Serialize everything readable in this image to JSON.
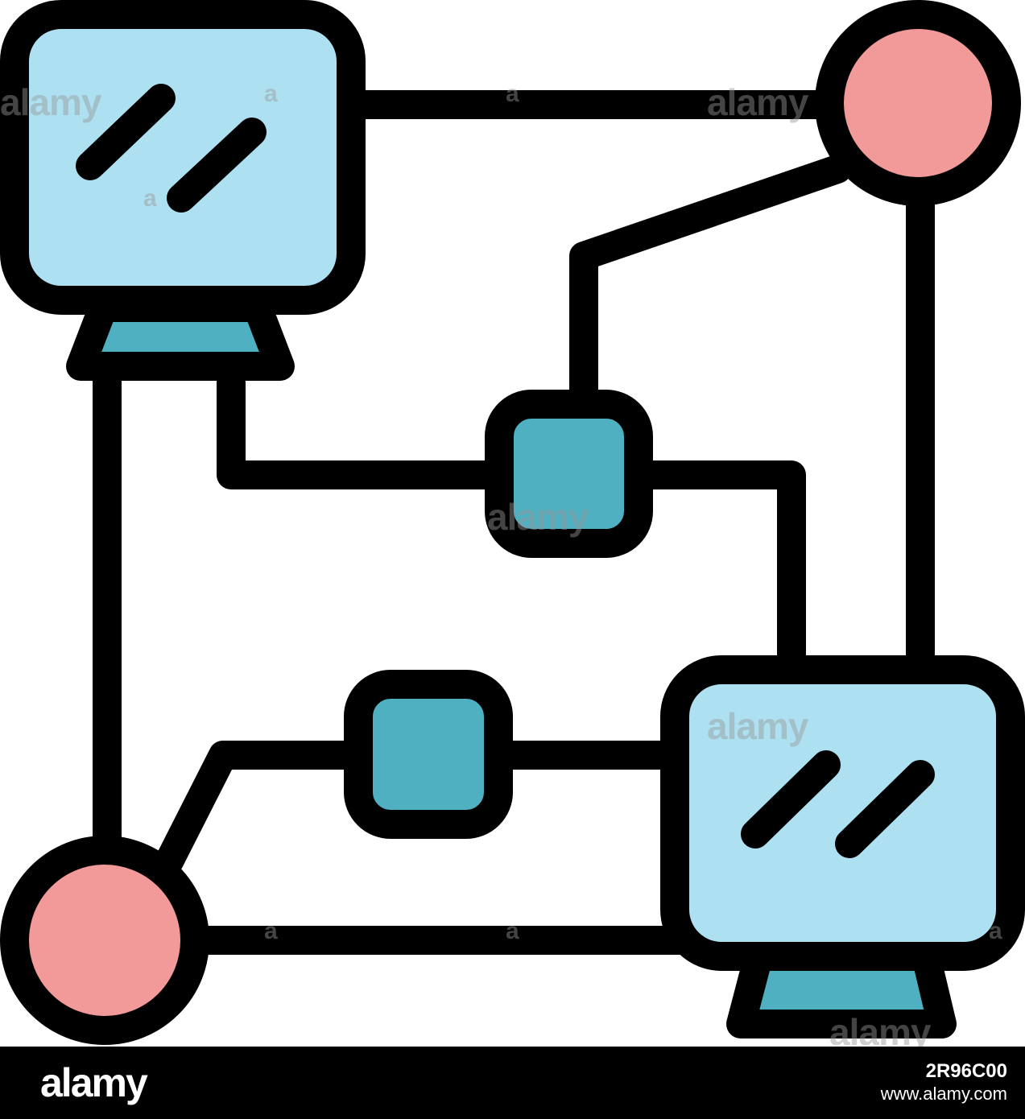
{
  "icon": {
    "colors": {
      "outline": "#000000",
      "monitor_screen": "#ADE0F1",
      "monitor_stand": "#4FB0C2",
      "hub_square": "#4FB0C2",
      "node_circle": "#F29A99",
      "background": "#ffffff"
    },
    "parts": [
      "monitor-top-left-icon",
      "monitor-bottom-right-icon",
      "node-circle-top-right-icon",
      "node-circle-bottom-left-icon",
      "hub-square-center-icon",
      "hub-square-lower-icon"
    ]
  },
  "watermark": {
    "text": "alamy",
    "short": "a"
  },
  "footer": {
    "logo": "alamy",
    "image_id": "2R96C00",
    "site": "www.alamy.com"
  }
}
